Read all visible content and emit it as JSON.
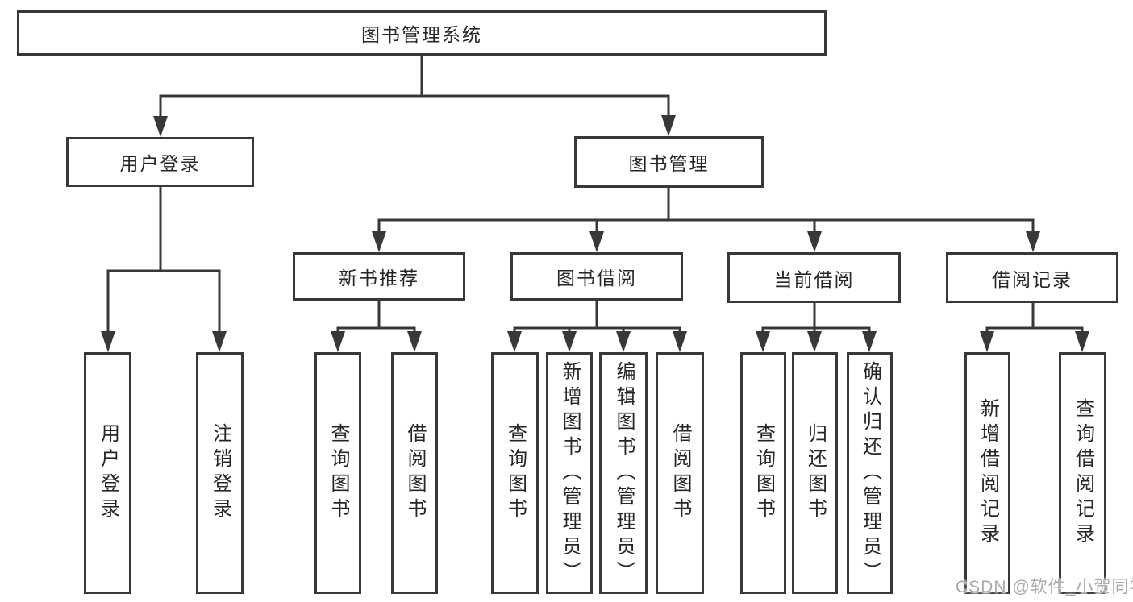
{
  "tree": {
    "label": "图书管理系统",
    "children": [
      {
        "label": "用户登录",
        "children": [
          {
            "label": "用户登录"
          },
          {
            "label": "注销登录"
          }
        ]
      },
      {
        "label": "图书管理",
        "children": [
          {
            "label": "新书推荐",
            "children": [
              {
                "label": "查询图书"
              },
              {
                "label": "借阅图书"
              }
            ]
          },
          {
            "label": "图书借阅",
            "children": [
              {
                "label": "查询图书"
              },
              {
                "label": "新增图书（管理员）"
              },
              {
                "label": "编辑图书（管理员）"
              },
              {
                "label": "借阅图书"
              }
            ]
          },
          {
            "label": "当前借阅",
            "children": [
              {
                "label": "查询图书"
              },
              {
                "label": "归还图书"
              },
              {
                "label": "确认归还（管理员）"
              }
            ]
          },
          {
            "label": "借阅记录",
            "children": [
              {
                "label": "新增借阅记录"
              },
              {
                "label": "查询借阅记录"
              }
            ]
          }
        ]
      }
    ]
  },
  "watermark": "CSDN @软件_小贺同学",
  "colors": {
    "line": "#383838",
    "text": "#262626",
    "box_background": "#ffffff",
    "page_background": "#ffffff",
    "watermark": "#a9a9a9"
  }
}
